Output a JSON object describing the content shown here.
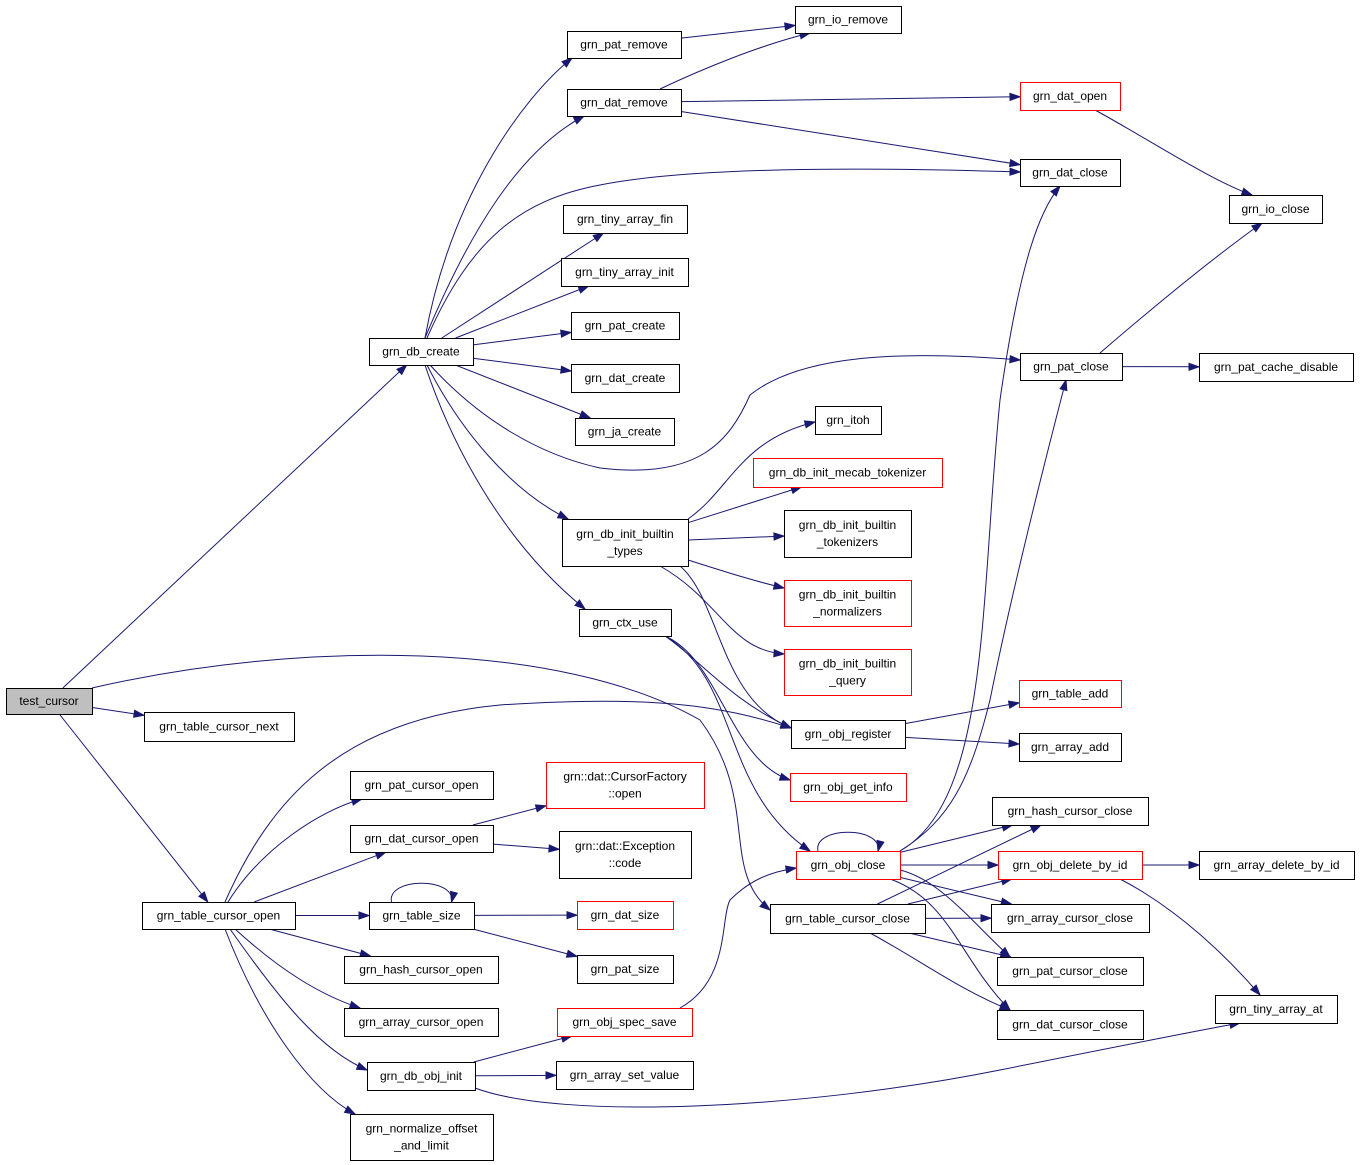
{
  "colors": {
    "edge": "#191970",
    "root_fill": "#bfbfbf",
    "node_fill": "#ffffff",
    "border_normal": "#000000",
    "border_truncated": "#ff0000"
  },
  "nodes": [
    {
      "id": "test_cursor",
      "lines": [
        "test_cursor"
      ],
      "style": "root"
    },
    {
      "id": "grn_db_create",
      "lines": [
        "grn_db_create"
      ],
      "style": "normal"
    },
    {
      "id": "grn_table_cursor_next",
      "lines": [
        "grn_table_cursor_next"
      ],
      "style": "normal"
    },
    {
      "id": "grn_table_cursor_open",
      "lines": [
        "grn_table_cursor_open"
      ],
      "style": "normal"
    },
    {
      "id": "grn_table_cursor_close",
      "lines": [
        "grn_table_cursor_close"
      ],
      "style": "normal"
    },
    {
      "id": "grn_pat_remove",
      "lines": [
        "grn_pat_remove"
      ],
      "style": "normal"
    },
    {
      "id": "grn_io_remove",
      "lines": [
        "grn_io_remove"
      ],
      "style": "normal"
    },
    {
      "id": "grn_dat_remove",
      "lines": [
        "grn_dat_remove"
      ],
      "style": "normal"
    },
    {
      "id": "grn_dat_open",
      "lines": [
        "grn_dat_open"
      ],
      "style": "truncated"
    },
    {
      "id": "grn_dat_close",
      "lines": [
        "grn_dat_close"
      ],
      "style": "normal"
    },
    {
      "id": "grn_io_close",
      "lines": [
        "grn_io_close"
      ],
      "style": "normal"
    },
    {
      "id": "grn_tiny_array_fin",
      "lines": [
        "grn_tiny_array_fin"
      ],
      "style": "normal"
    },
    {
      "id": "grn_tiny_array_init",
      "lines": [
        "grn_tiny_array_init"
      ],
      "style": "normal"
    },
    {
      "id": "grn_pat_create",
      "lines": [
        "grn_pat_create"
      ],
      "style": "normal"
    },
    {
      "id": "grn_dat_create",
      "lines": [
        "grn_dat_create"
      ],
      "style": "normal"
    },
    {
      "id": "grn_ja_create",
      "lines": [
        "grn_ja_create"
      ],
      "style": "normal"
    },
    {
      "id": "grn_pat_close",
      "lines": [
        "grn_pat_close"
      ],
      "style": "normal"
    },
    {
      "id": "grn_pat_cache_disable",
      "lines": [
        "grn_pat_cache_disable"
      ],
      "style": "normal"
    },
    {
      "id": "grn_itoh",
      "lines": [
        "grn_itoh"
      ],
      "style": "normal"
    },
    {
      "id": "grn_db_init_mecab_tokenizer",
      "lines": [
        "grn_db_init_mecab_tokenizer"
      ],
      "style": "truncated"
    },
    {
      "id": "grn_db_init_builtin_types",
      "lines": [
        "grn_db_init_builtin",
        "_types"
      ],
      "style": "normal"
    },
    {
      "id": "grn_db_init_builtin_tokenizers",
      "lines": [
        "grn_db_init_builtin",
        "_tokenizers"
      ],
      "style": "normal"
    },
    {
      "id": "grn_db_init_builtin_normalizers",
      "lines": [
        "grn_db_init_builtin",
        "_normalizers"
      ],
      "style": "truncated"
    },
    {
      "id": "grn_db_init_builtin_query",
      "lines": [
        "grn_db_init_builtin",
        "_query"
      ],
      "style": "truncated"
    },
    {
      "id": "grn_ctx_use",
      "lines": [
        "grn_ctx_use"
      ],
      "style": "normal"
    },
    {
      "id": "grn_table_add",
      "lines": [
        "grn_table_add"
      ],
      "style": "truncated"
    },
    {
      "id": "grn_obj_register",
      "lines": [
        "grn_obj_register"
      ],
      "style": "normal"
    },
    {
      "id": "grn_array_add",
      "lines": [
        "grn_array_add"
      ],
      "style": "normal"
    },
    {
      "id": "grn_obj_get_info",
      "lines": [
        "grn_obj_get_info"
      ],
      "style": "truncated"
    },
    {
      "id": "grn_pat_cursor_open",
      "lines": [
        "grn_pat_cursor_open"
      ],
      "style": "normal"
    },
    {
      "id": "grn_dat_cursorfactory_open",
      "lines": [
        "grn::dat::CursorFactory",
        "::open"
      ],
      "style": "truncated"
    },
    {
      "id": "grn_dat_cursor_open",
      "lines": [
        "grn_dat_cursor_open"
      ],
      "style": "normal"
    },
    {
      "id": "grn_dat_exception_code",
      "lines": [
        "grn::dat::Exception",
        "::code"
      ],
      "style": "normal"
    },
    {
      "id": "grn_hash_cursor_close",
      "lines": [
        "grn_hash_cursor_close"
      ],
      "style": "normal"
    },
    {
      "id": "grn_obj_close",
      "lines": [
        "grn_obj_close"
      ],
      "style": "truncated"
    },
    {
      "id": "grn_obj_delete_by_id",
      "lines": [
        "grn_obj_delete_by_id"
      ],
      "style": "truncated"
    },
    {
      "id": "grn_array_delete_by_id",
      "lines": [
        "grn_array_delete_by_id"
      ],
      "style": "normal"
    },
    {
      "id": "grn_table_size",
      "lines": [
        "grn_table_size"
      ],
      "style": "normal"
    },
    {
      "id": "grn_dat_size",
      "lines": [
        "grn_dat_size"
      ],
      "style": "truncated"
    },
    {
      "id": "grn_array_cursor_close",
      "lines": [
        "grn_array_cursor_close"
      ],
      "style": "normal"
    },
    {
      "id": "grn_hash_cursor_open",
      "lines": [
        "grn_hash_cursor_open"
      ],
      "style": "normal"
    },
    {
      "id": "grn_pat_size",
      "lines": [
        "grn_pat_size"
      ],
      "style": "normal"
    },
    {
      "id": "grn_pat_cursor_close",
      "lines": [
        "grn_pat_cursor_close"
      ],
      "style": "normal"
    },
    {
      "id": "grn_tiny_array_at",
      "lines": [
        "grn_tiny_array_at"
      ],
      "style": "normal"
    },
    {
      "id": "grn_array_cursor_open",
      "lines": [
        "grn_array_cursor_open"
      ],
      "style": "normal"
    },
    {
      "id": "grn_obj_spec_save",
      "lines": [
        "grn_obj_spec_save"
      ],
      "style": "truncated"
    },
    {
      "id": "grn_dat_cursor_close",
      "lines": [
        "grn_dat_cursor_close"
      ],
      "style": "normal"
    },
    {
      "id": "grn_db_obj_init",
      "lines": [
        "grn_db_obj_init"
      ],
      "style": "normal"
    },
    {
      "id": "grn_array_set_value",
      "lines": [
        "grn_array_set_value"
      ],
      "style": "normal"
    },
    {
      "id": "grn_normalize_offset_and_limit",
      "lines": [
        "grn_normalize_offset",
        "_and_limit"
      ],
      "style": "normal"
    }
  ],
  "edges": [
    {
      "from": "test_cursor",
      "to": "grn_db_create"
    },
    {
      "from": "test_cursor",
      "to": "grn_table_cursor_next"
    },
    {
      "from": "test_cursor",
      "to": "grn_table_cursor_open"
    },
    {
      "from": "test_cursor",
      "to": "grn_table_cursor_close"
    },
    {
      "from": "grn_db_create",
      "to": "grn_pat_remove"
    },
    {
      "from": "grn_db_create",
      "to": "grn_dat_remove"
    },
    {
      "from": "grn_db_create",
      "to": "grn_dat_close"
    },
    {
      "from": "grn_db_create",
      "to": "grn_tiny_array_fin"
    },
    {
      "from": "grn_db_create",
      "to": "grn_tiny_array_init"
    },
    {
      "from": "grn_db_create",
      "to": "grn_pat_create"
    },
    {
      "from": "grn_db_create",
      "to": "grn_dat_create"
    },
    {
      "from": "grn_db_create",
      "to": "grn_ja_create"
    },
    {
      "from": "grn_db_create",
      "to": "grn_pat_close"
    },
    {
      "from": "grn_db_create",
      "to": "grn_db_init_builtin_types"
    },
    {
      "from": "grn_db_create",
      "to": "grn_ctx_use"
    },
    {
      "from": "grn_pat_remove",
      "to": "grn_io_remove"
    },
    {
      "from": "grn_dat_remove",
      "to": "grn_io_remove"
    },
    {
      "from": "grn_dat_remove",
      "to": "grn_dat_open"
    },
    {
      "from": "grn_dat_remove",
      "to": "grn_dat_close"
    },
    {
      "from": "grn_dat_open",
      "to": "grn_io_close"
    },
    {
      "from": "grn_pat_close",
      "to": "grn_io_close"
    },
    {
      "from": "grn_pat_close",
      "to": "grn_pat_cache_disable"
    },
    {
      "from": "grn_db_init_builtin_types",
      "to": "grn_itoh"
    },
    {
      "from": "grn_db_init_builtin_types",
      "to": "grn_db_init_mecab_tokenizer"
    },
    {
      "from": "grn_db_init_builtin_types",
      "to": "grn_db_init_builtin_tokenizers"
    },
    {
      "from": "grn_db_init_builtin_types",
      "to": "grn_db_init_builtin_normalizers"
    },
    {
      "from": "grn_db_init_builtin_types",
      "to": "grn_db_init_builtin_query"
    },
    {
      "from": "grn_db_init_builtin_types",
      "to": "grn_obj_register"
    },
    {
      "from": "grn_ctx_use",
      "to": "grn_obj_register"
    },
    {
      "from": "grn_ctx_use",
      "to": "grn_obj_get_info"
    },
    {
      "from": "grn_ctx_use",
      "to": "grn_obj_close"
    },
    {
      "from": "grn_obj_register",
      "to": "grn_table_add"
    },
    {
      "from": "grn_obj_register",
      "to": "grn_array_add"
    },
    {
      "from": "grn_table_cursor_open",
      "to": "grn_obj_register"
    },
    {
      "from": "grn_table_cursor_open",
      "to": "grn_pat_cursor_open"
    },
    {
      "from": "grn_table_cursor_open",
      "to": "grn_dat_cursor_open"
    },
    {
      "from": "grn_table_cursor_open",
      "to": "grn_table_size"
    },
    {
      "from": "grn_table_cursor_open",
      "to": "grn_hash_cursor_open"
    },
    {
      "from": "grn_table_cursor_open",
      "to": "grn_array_cursor_open"
    },
    {
      "from": "grn_table_cursor_open",
      "to": "grn_db_obj_init"
    },
    {
      "from": "grn_table_cursor_open",
      "to": "grn_normalize_offset_and_limit"
    },
    {
      "from": "grn_dat_cursor_open",
      "to": "grn_dat_cursorfactory_open"
    },
    {
      "from": "grn_dat_cursor_open",
      "to": "grn_dat_exception_code"
    },
    {
      "from": "grn_table_size",
      "to": "grn_table_size"
    },
    {
      "from": "grn_table_size",
      "to": "grn_dat_size"
    },
    {
      "from": "grn_table_size",
      "to": "grn_pat_size"
    },
    {
      "from": "grn_db_obj_init",
      "to": "grn_obj_spec_save"
    },
    {
      "from": "grn_db_obj_init",
      "to": "grn_array_set_value"
    },
    {
      "from": "grn_db_obj_init",
      "to": "grn_tiny_array_at"
    },
    {
      "from": "grn_obj_spec_save",
      "to": "grn_obj_close"
    },
    {
      "from": "grn_obj_close",
      "to": "grn_obj_close"
    },
    {
      "from": "grn_obj_close",
      "to": "grn_dat_close"
    },
    {
      "from": "grn_obj_close",
      "to": "grn_pat_close"
    },
    {
      "from": "grn_obj_close",
      "to": "grn_hash_cursor_close"
    },
    {
      "from": "grn_obj_close",
      "to": "grn_obj_delete_by_id"
    },
    {
      "from": "grn_obj_close",
      "to": "grn_array_cursor_close"
    },
    {
      "from": "grn_obj_close",
      "to": "grn_pat_cursor_close"
    },
    {
      "from": "grn_obj_close",
      "to": "grn_dat_cursor_close"
    },
    {
      "from": "grn_obj_delete_by_id",
      "to": "grn_array_delete_by_id"
    },
    {
      "from": "grn_obj_delete_by_id",
      "to": "grn_tiny_array_at"
    },
    {
      "from": "grn_table_cursor_close",
      "to": "grn_hash_cursor_close"
    },
    {
      "from": "grn_table_cursor_close",
      "to": "grn_obj_delete_by_id"
    },
    {
      "from": "grn_table_cursor_close",
      "to": "grn_array_cursor_close"
    },
    {
      "from": "grn_table_cursor_close",
      "to": "grn_pat_cursor_close"
    },
    {
      "from": "grn_table_cursor_close",
      "to": "grn_dat_cursor_close"
    }
  ]
}
